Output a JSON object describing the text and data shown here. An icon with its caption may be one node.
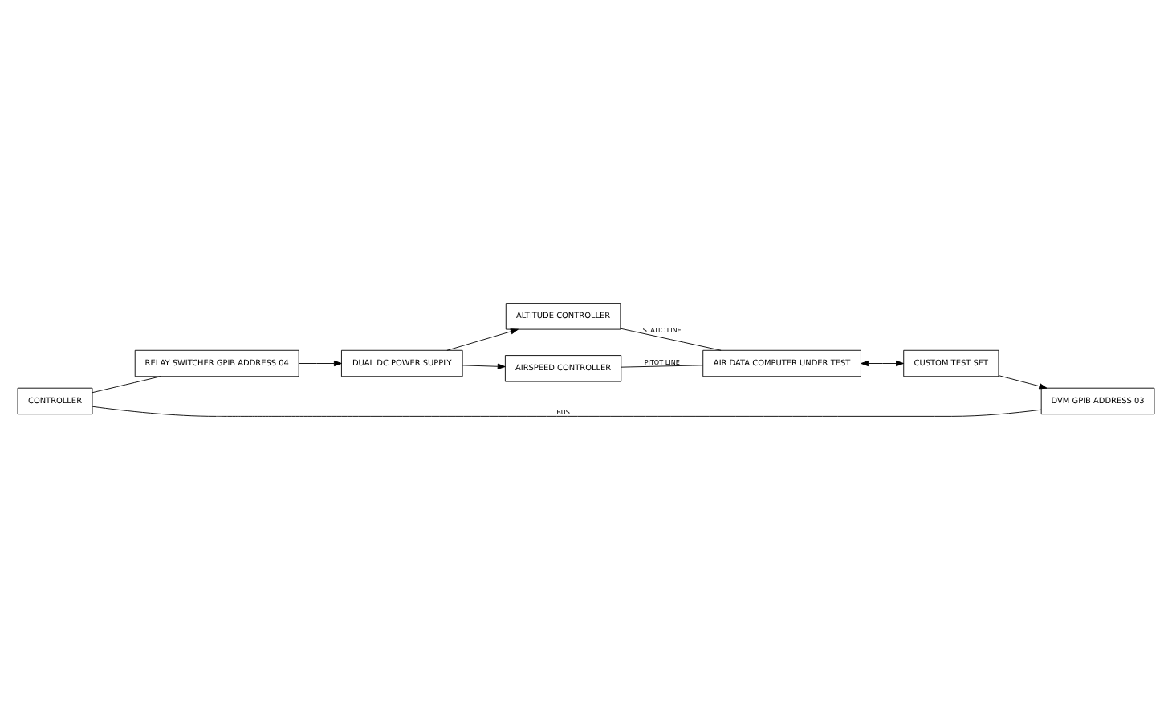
{
  "diagram": {
    "nodes": [
      {
        "text": [
          "ALTITUDE CONTROLLER"
        ]
      },
      {
        "text": [
          "AIRSPEED CONTROLLER"
        ]
      },
      {
        "text": [
          "DUAL DC POWER SUPPLY"
        ]
      },
      {
        "text": [
          "AIR DATA COMPUTER UNDER TEST"
        ]
      },
      {
        "text": [
          "CUSTOM TEST SET"
        ]
      },
      {
        "text": [
          "RELAY SWITCHER GPIB ADDRESS 04"
        ]
      },
      {
        "text": [
          "DVM GPIB ADDRESS 03"
        ]
      },
      {
        "text": [
          "CONTROLLER"
        ]
      }
    ],
    "edges": [
      {
        "from": 2,
        "to": 0,
        "arrow": "to"
      },
      {
        "from": 2,
        "to": 1,
        "arrow": "to"
      },
      {
        "from": 5,
        "to": 2,
        "arrow": "to"
      },
      {
        "from": 0,
        "to": 3,
        "arrow": "none",
        "label": "STATIC LINE"
      },
      {
        "from": 1,
        "to": 3,
        "arrow": "none",
        "label": "PITOT LINE"
      },
      {
        "from": 3,
        "to": 4,
        "arrow": "both"
      },
      {
        "from": 4,
        "to": 6,
        "arrow": "to"
      },
      {
        "from": 7,
        "to": 5,
        "arrow": "none"
      },
      {
        "from": 7,
        "to": 6,
        "arrow": "none",
        "label": "BUS"
      }
    ]
  }
}
